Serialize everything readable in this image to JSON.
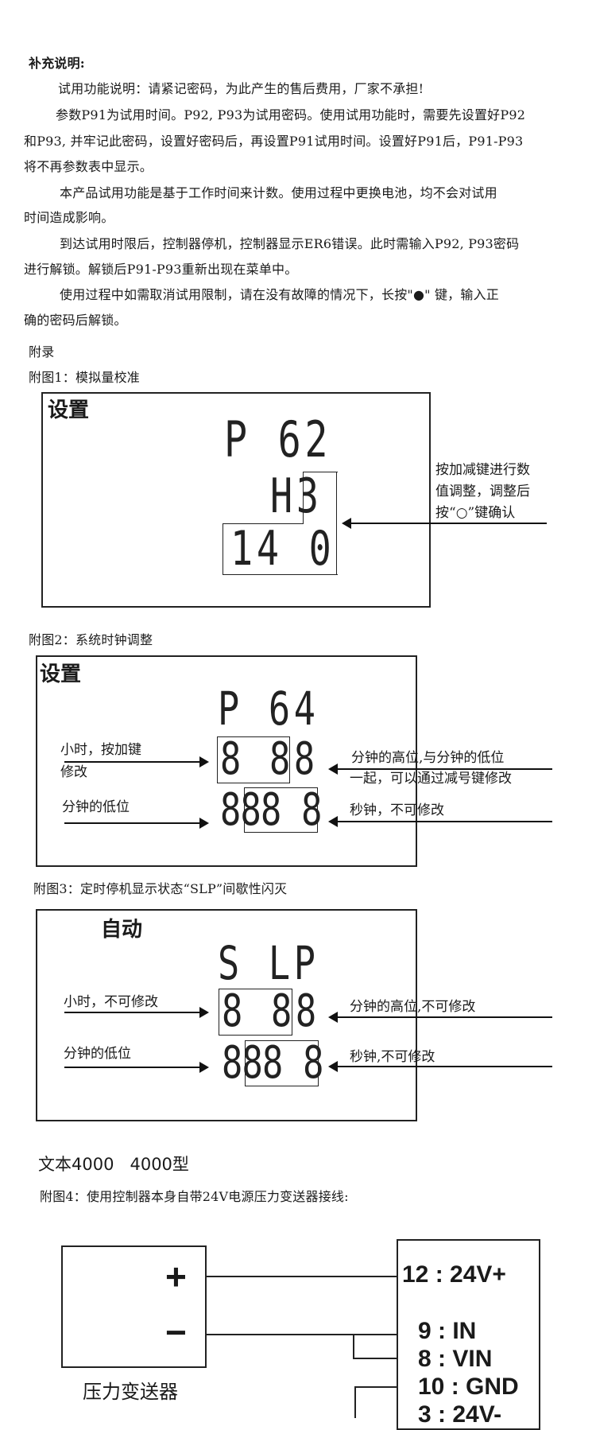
{
  "supplement": {
    "heading": "补充说明:",
    "paragraphs": [
      [
        "试用功能说明：请紧记密码，为此产生的售后费用，厂家不承担!"
      ],
      [
        "参数P91为试用时间。P92, P93为试用密码。使用试用功能时，需要先设置好P92",
        "和P93, 并牢记此密码，设置好密码后，再设置P91试用时间。设置好P91后，P91-P93",
        "将不再参数表中显示。"
      ],
      [
        "本产品试用功能是基于工作时间来计数。使用过程中更换电池，均不会对试用",
        "时间造成影响。"
      ],
      [
        "到达试用时限后，控制器停机，控制器显示ER6错误。此时需输入P92, P93密码",
        "进行解锁。解锁后P91-P93重新出现在菜单中。"
      ],
      [
        "使用过程中如需取消试用限制，请在没有故障的情况下，长按\"●\" 键，输入正",
        "确的密码后解锁。"
      ]
    ]
  },
  "appendix": {
    "heading": "附录",
    "fig1": {
      "caption": "附图1：模拟量校准",
      "mode": "设置",
      "display_rows": [
        "P 62",
        "H3",
        "14 0"
      ],
      "note_lines": [
        "按加减键进行数",
        "值调整，调整后",
        "按“○”键确认"
      ]
    },
    "fig2": {
      "caption": "附图2：系统时钟调整",
      "mode": "设置",
      "display_rows": [
        "P 64",
        "8 88",
        "888 8"
      ],
      "left_notes": [
        [
          "小时，按加键",
          "修改"
        ],
        [
          "分钟的低位"
        ]
      ],
      "right_notes": [
        [
          "分钟的高位,与分钟的低位",
          "一起，可以通过减号键修改"
        ],
        [
          "秒钟，不可修改"
        ]
      ]
    },
    "fig3": {
      "caption": "附图3：定时停机显示状态“SLP”间歇性闪灭",
      "mode": "自动",
      "display_rows": [
        "S LP",
        "8 88",
        "888 8"
      ],
      "left_notes": [
        [
          "小时，不可修改"
        ],
        [
          "分钟的低位"
        ]
      ],
      "right_notes": [
        [
          "分钟的高位,不可修改"
        ],
        [
          "秒钟,不可修改"
        ]
      ]
    },
    "model_title": "文本4000   4000型",
    "fig4": {
      "caption": "附图4：使用控制器本身自带24V电源压力变送器接线:",
      "transmitter_label": "压力变送器",
      "plus_sign": "+",
      "minus_sign": "−",
      "terminals": [
        "12 : 24V+",
        "9 : IN",
        "8 : VIN",
        "10 : GND",
        "3 : 24V-"
      ]
    }
  }
}
